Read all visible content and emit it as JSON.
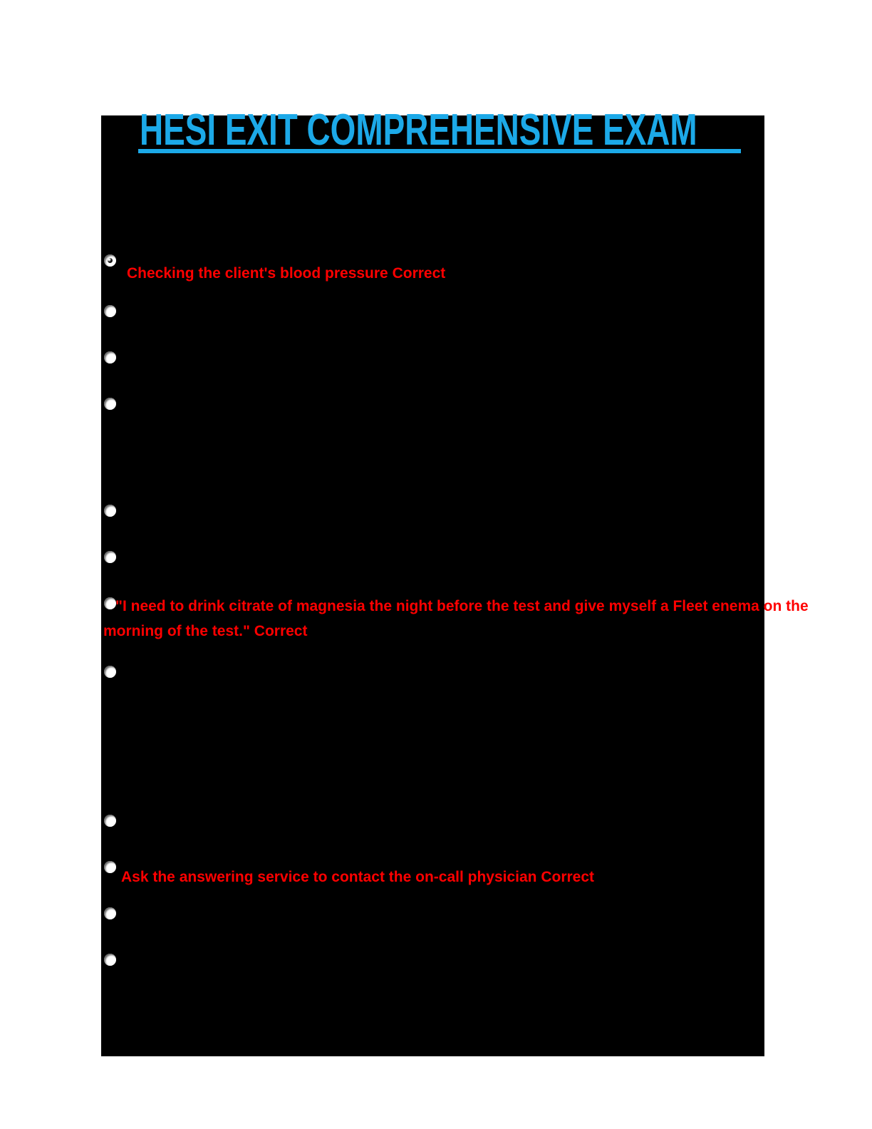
{
  "document": {
    "title": "HESI EXIT COMPREHENSIVE EXAM",
    "colors": {
      "title": "#1CA9E8",
      "answer_text": "#FF0000",
      "page_background": "#000000",
      "surround_background": "#FFFFFF"
    }
  },
  "radios": [
    {
      "selected": true
    },
    {
      "selected": false
    },
    {
      "selected": false
    },
    {
      "selected": false
    },
    {
      "selected": false
    },
    {
      "selected": false
    },
    {
      "selected": false
    },
    {
      "selected": false
    },
    {
      "selected": false
    },
    {
      "selected": false
    },
    {
      "selected": false
    },
    {
      "selected": false
    }
  ],
  "answers": [
    {
      "text": "Checking the client's blood pressure Correct"
    },
    {
      "lines": [
        "\"I need to drink citrate of magnesia the night before the test and give myself a Fleet enema on the",
        "morning of the test.\" Correct"
      ]
    },
    {
      "text": "Ask the answering service to contact the on-call physician Correct"
    }
  ]
}
